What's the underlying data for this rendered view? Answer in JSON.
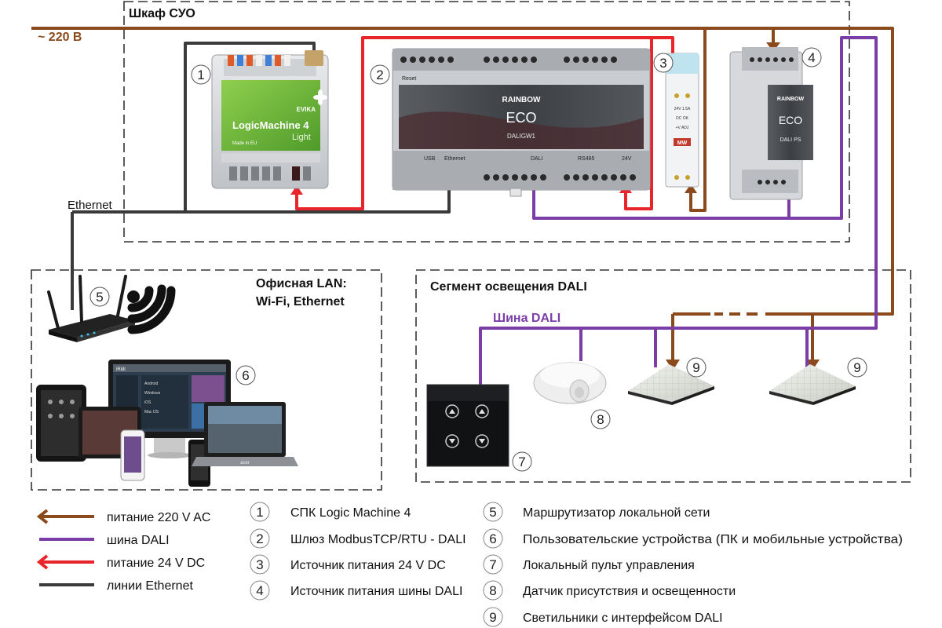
{
  "zones": {
    "cabinet": "Шкаф СУО",
    "office_line1": "Офисная LAN:",
    "office_line2": "Wi-Fi, Ethernet",
    "dali_segment": "Сегмент освещения DALI"
  },
  "wire_labels": {
    "mains": "~ 220 В",
    "ethernet": "Ethernet",
    "dali_bus": "Шина DALI"
  },
  "colors": {
    "mains": "#8B4A1C",
    "dali": "#7A3EA6",
    "dc24": "#E8252B",
    "ethernet": "#3a3a3a"
  },
  "devices": {
    "lm4": {
      "brand": "EVIKA",
      "title": "LogicMachine 4",
      "subtitle": "Light",
      "markings": [
        "Made in EU"
      ]
    },
    "gateway": {
      "brand": "RAINBOW",
      "title": "ECO",
      "model": "DALIGW1",
      "port_labels": [
        "Reset",
        "USB",
        "Ethernet",
        "DALI",
        "RS485",
        "24V"
      ]
    },
    "psu24": {
      "brand": "MW",
      "lines": [
        "24V 1.5A",
        "DC OK",
        "+V ADJ"
      ]
    },
    "dali_psu": {
      "brand": "RAINBOW",
      "title": "ECO",
      "model": "DALI PS"
    },
    "screen": {
      "brand": "iRidi",
      "ui_texts": [
        "Android",
        "Windows",
        "iOS",
        "Mac OS"
      ]
    },
    "laptop": {
      "brand": "acer"
    }
  },
  "callouts": {
    "lm4": "1",
    "gateway": "2",
    "psu24": "3",
    "dali_psu": "4",
    "router": "5",
    "user_devices": "6",
    "panel": "7",
    "sensor": "8",
    "lamp1": "9",
    "lamp2": "9"
  },
  "legend": [
    {
      "label": "питание 220 V AC",
      "color": "#8B4A1C"
    },
    {
      "label": "шина DALI",
      "color": "#7A3EA6"
    },
    {
      "label": "питание 24 V DC",
      "color": "#E8252B"
    },
    {
      "label": "линии Ethernet",
      "color": "#3a3a3a"
    }
  ],
  "items_left": [
    {
      "num": "1",
      "text": "СПК Logic Machine 4"
    },
    {
      "num": "2",
      "text": "Шлюз ModbusTCP/RTU - DALI"
    },
    {
      "num": "3",
      "text": "Источник питания 24 V DC"
    },
    {
      "num": "4",
      "text": "Источник питания шины DALI"
    }
  ],
  "items_right": [
    {
      "num": "5",
      "text": "Маршрутизатор локальной сети"
    },
    {
      "num": "6",
      "text": "Пользовательские устройства (ПК и мобильные устройства)"
    },
    {
      "num": "7",
      "text": "Локальный пульт управления"
    },
    {
      "num": "8",
      "text": "Датчик присутствия и освещенности"
    },
    {
      "num": "9",
      "text": "Светильники с интерфейсом DALI"
    }
  ]
}
